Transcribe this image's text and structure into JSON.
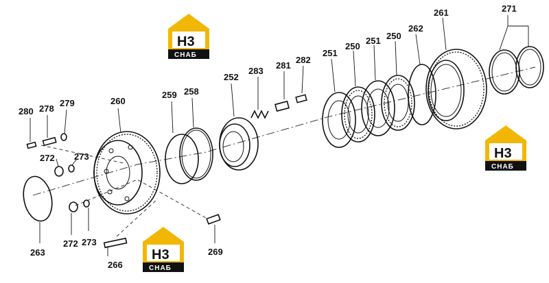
{
  "logo": {
    "mark": "H3",
    "sub": "СНАБ",
    "brand_color": "#f2b705"
  },
  "labels": {
    "p280": "280",
    "p278": "278",
    "p279": "279",
    "p260": "260",
    "p272a": "272",
    "p273a": "273",
    "p263": "263",
    "p272b": "272",
    "p273b": "273",
    "p266": "266",
    "p269": "269",
    "p259": "259",
    "p258": "258",
    "p252": "252",
    "p283": "283",
    "p281": "281",
    "p282": "282",
    "p251a": "251",
    "p250a": "250",
    "p251b": "251",
    "p250b": "250",
    "p262": "262",
    "p261": "261",
    "p271": "271"
  }
}
